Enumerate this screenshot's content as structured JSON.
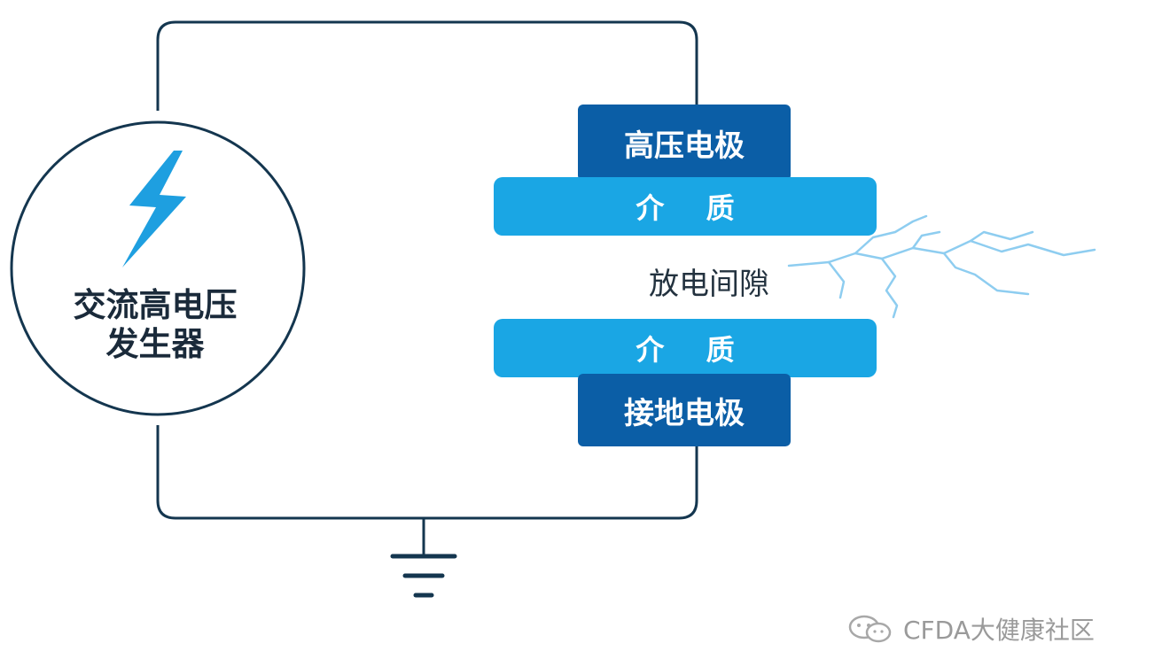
{
  "generator": {
    "line1": "交流高电压",
    "line2": "发生器",
    "icon": "lightning-bolt-icon"
  },
  "electrodes": {
    "high_voltage": "高压电极",
    "ground": "接地电极"
  },
  "dielectric": {
    "top": "介 质",
    "bottom": "介 质"
  },
  "gap": {
    "label": "放电间隙",
    "icon": "discharge-spark-icon"
  },
  "ground_symbol": "ground-icon",
  "watermark": {
    "text": "CFDA大健康社区",
    "icon": "wechat-icon"
  },
  "colors": {
    "wire": "#14364f",
    "electrode": "#0b5ea6",
    "dielectric": "#1aa6e4",
    "bolt": "#1e9fe0",
    "spark": "#8ecdf0"
  }
}
